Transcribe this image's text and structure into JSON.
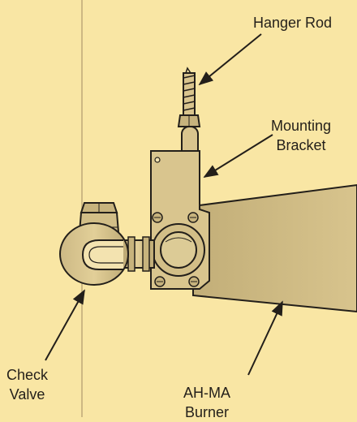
{
  "labels": {
    "hanger_rod": "Hanger Rod",
    "mounting_bracket": [
      "Mounting",
      "Bracket"
    ],
    "check_valve": [
      "Check",
      "Valve"
    ],
    "burner": [
      "AH-MA",
      "Burner"
    ]
  },
  "colors": {
    "background": "#f9e6a4",
    "part_fill": "#d9c58e",
    "part_shade": "#b9a56f",
    "outline": "#231f1a",
    "guide_line": "#cdb883"
  }
}
